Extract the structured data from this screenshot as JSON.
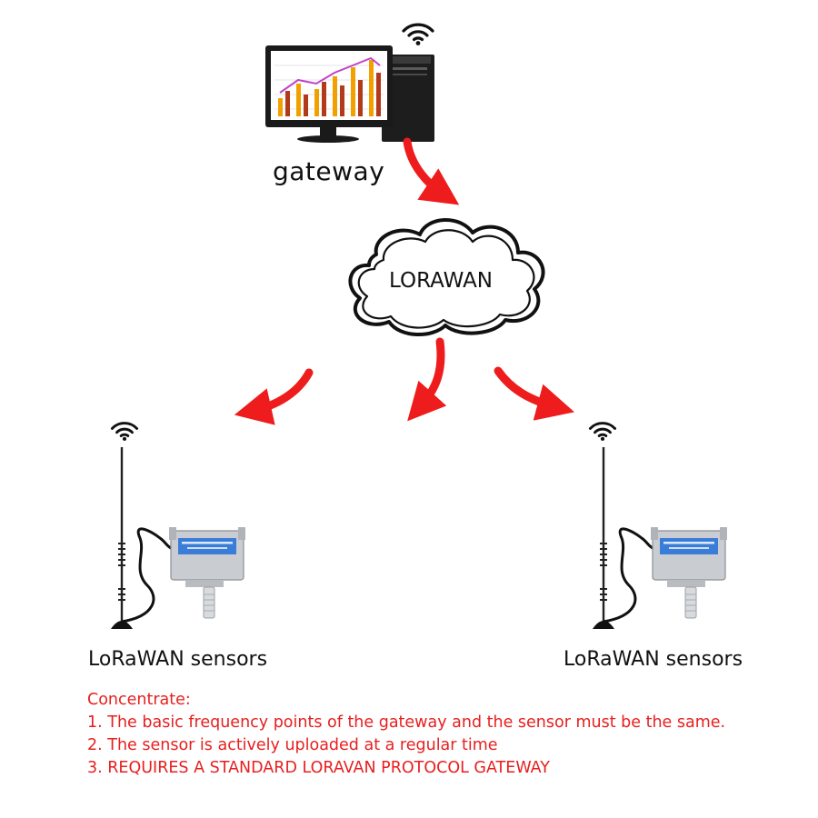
{
  "gateway": {
    "label": "gateway",
    "icon": "desktop-computer-icon"
  },
  "network": {
    "label": "LORAWAN",
    "icon": "cloud-icon"
  },
  "sensors": [
    {
      "label": "LoRaWAN sensors",
      "icon": "sensor-device-icon"
    },
    {
      "label": "LoRaWAN sensors",
      "icon": "sensor-device-icon"
    }
  ],
  "notes": {
    "heading": "Concentrate:",
    "items": [
      "1. The basic frequency points of the gateway and the sensor must be the same.",
      "2. The sensor is actively uploaded at a regular time",
      "3. REQUIRES A STANDARD LORAVAN PROTOCOL GATEWAY"
    ]
  },
  "colors": {
    "arrow": "#ee1c1c",
    "note_text": "#e81f1f",
    "label_text": "#111111"
  }
}
